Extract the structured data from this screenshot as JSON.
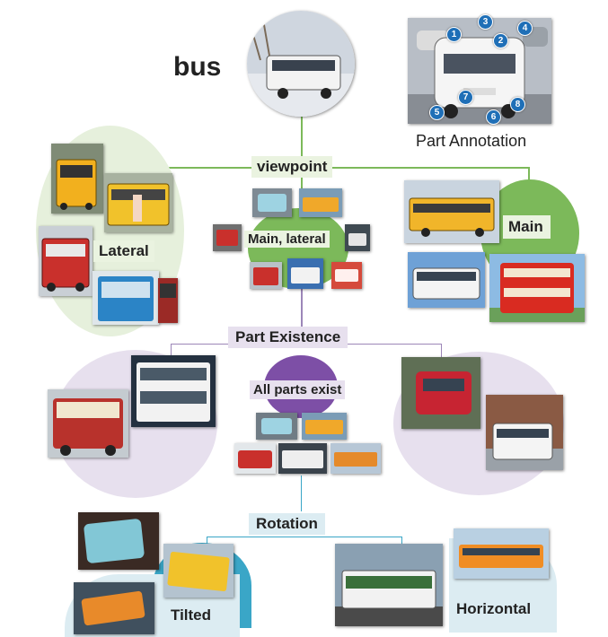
{
  "title": "bus",
  "part_annotation": {
    "caption": "Part Annotation",
    "markers": [
      "1",
      "2",
      "3",
      "4",
      "5",
      "6",
      "7",
      "8"
    ]
  },
  "levels": {
    "viewpoint": "viewpoint",
    "part_existence": "Part Existence",
    "rotation": "Rotation"
  },
  "viewpoint_branches": {
    "left": "Lateral",
    "center": "Main, lateral",
    "right": "Main"
  },
  "existence_branches": {
    "center": "All parts exist"
  },
  "rotation_branches": {
    "left": "Tilted",
    "right": "Horizontal"
  },
  "colors": {
    "green_accent": "#7cb95a",
    "green_blob": "#e6f0dc",
    "purple_accent": "#7d4fa6",
    "purple_blob": "#e7e0ee",
    "blue_accent": "#3aa6c7",
    "blue_label_bg": "#dcecf2",
    "marker_blue": "#1f6fb7"
  }
}
